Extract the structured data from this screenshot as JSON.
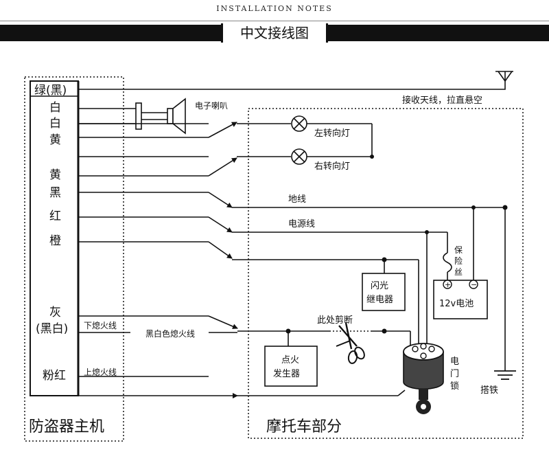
{
  "header": {
    "top_label": "INSTALLATION NOTES",
    "title": "中文接线图"
  },
  "host_unit": {
    "title": "防盗器主机",
    "wire_colors": [
      "绿(黑)",
      "白",
      "白",
      "黄",
      "黄",
      "黑",
      "红",
      "橙",
      "灰",
      "(黑白)",
      "粉红"
    ]
  },
  "moto_section": {
    "title": "摩托车部分"
  },
  "labels": {
    "horn": "电子喇叭",
    "antenna": "接收天线，拉直悬空",
    "left_turn": "左转向灯",
    "right_turn": "右转向灯",
    "ground_line": "地线",
    "power_line": "电源线",
    "fuse": [
      "保",
      "险",
      "丝"
    ],
    "flasher": [
      "闪光",
      "继电器"
    ],
    "battery": "12v电池",
    "battery_pos": "+",
    "battery_neg": "−",
    "lower_ign": "下熄火线",
    "bw_ign": "黑白色熄火线",
    "cut_here": "此处剪断",
    "ignition": [
      "点火",
      "发生器"
    ],
    "upper_ign": "上熄火线",
    "lock": [
      "电",
      "门",
      "锁"
    ],
    "ground": "搭铁"
  }
}
